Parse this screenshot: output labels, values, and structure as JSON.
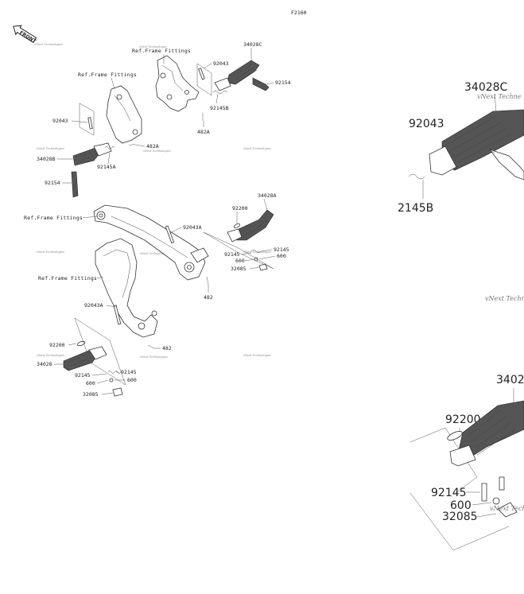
{
  "figure_code": "F2160",
  "front_badge": "FRONT",
  "watermark": "vNext Technologies",
  "watermark_short": "vNext Techne",
  "labels": {
    "ref_frame": "Ref.Frame Fittings",
    "p92043": "92043",
    "p92043a": "92043A",
    "p34028c": "34028C",
    "p34028b": "34028B",
    "p34028a": "34028A",
    "p34028": "34028",
    "p92154": "92154",
    "p92145b": "92145B",
    "p92145a": "92145A",
    "p92145": "92145",
    "p482a": "482A",
    "p482": "482",
    "p92200": "92200",
    "p600": "600",
    "p32085": "32085",
    "zoom_34028c": "34028C",
    "zoom_92043": "92043",
    "zoom_92145b": "2145B",
    "zoom_34028": "3402",
    "zoom_92200": "92200",
    "zoom_92145": "92145",
    "zoom_600": "600",
    "zoom_32085": "32085"
  }
}
